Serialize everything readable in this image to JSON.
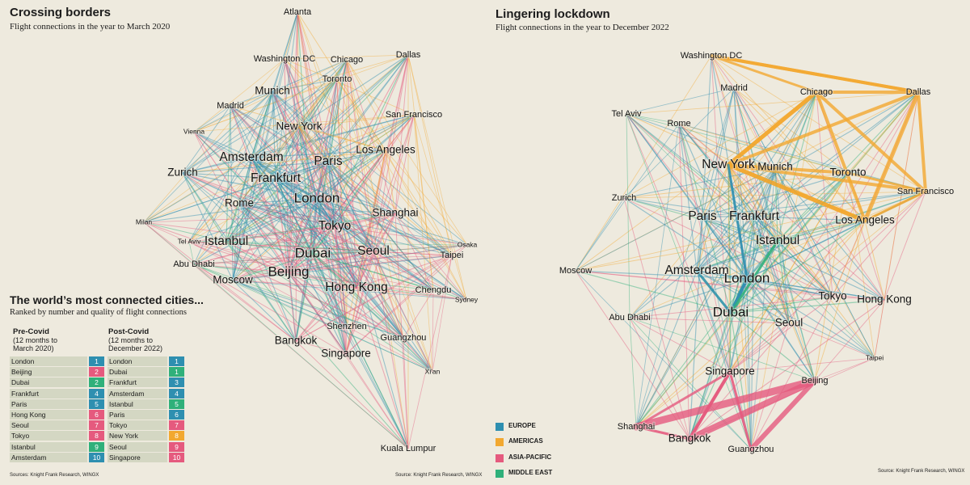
{
  "left_panel": {
    "title": "Crossing borders",
    "subtitle": "Flight connections in the year to March 2020",
    "source": "Source: Knight Frank Research, WINGX"
  },
  "right_panel": {
    "title": "Lingering lockdown",
    "subtitle": "Flight connections in the year to December 2022",
    "source": "Source: Knight Frank Research, WINGX"
  },
  "ranking": {
    "title": "The world’s most connected cities...",
    "subtitle": "Ranked by number and quality of flight connections",
    "source": "Sources: Knight Frank Research, WINGX",
    "pre_title": "Pre-Covid",
    "pre_sub": "(12 months to March 2020)",
    "post_title": "Post-Covid",
    "post_sub": "(12 months to December 2022)",
    "pre": [
      {
        "city": "London",
        "rank": "1",
        "region": "EUROPE"
      },
      {
        "city": "Beijing",
        "rank": "2",
        "region": "ASIA-PACIFIC"
      },
      {
        "city": "Dubai",
        "rank": "2",
        "region": "MIDDLE EAST"
      },
      {
        "city": "Frankfurt",
        "rank": "4",
        "region": "EUROPE"
      },
      {
        "city": "Paris",
        "rank": "5",
        "region": "EUROPE"
      },
      {
        "city": "Hong Kong",
        "rank": "6",
        "region": "ASIA-PACIFIC"
      },
      {
        "city": "Seoul",
        "rank": "7",
        "region": "ASIA-PACIFIC"
      },
      {
        "city": "Tokyo",
        "rank": "8",
        "region": "ASIA-PACIFIC"
      },
      {
        "city": "Istanbul",
        "rank": "9",
        "region": "MIDDLE EAST"
      },
      {
        "city": "Amsterdam",
        "rank": "10",
        "region": "EUROPE"
      }
    ],
    "post": [
      {
        "city": "London",
        "rank": "1",
        "region": "EUROPE"
      },
      {
        "city": "Dubai",
        "rank": "1",
        "region": "MIDDLE EAST"
      },
      {
        "city": "Frankfurt",
        "rank": "3",
        "region": "EUROPE"
      },
      {
        "city": "Amsterdam",
        "rank": "4",
        "region": "EUROPE"
      },
      {
        "city": "Istanbul",
        "rank": "5",
        "region": "MIDDLE EAST"
      },
      {
        "city": "Paris",
        "rank": "6",
        "region": "EUROPE"
      },
      {
        "city": "Tokyo",
        "rank": "7",
        "region": "ASIA-PACIFIC"
      },
      {
        "city": "New York",
        "rank": "8",
        "region": "AMERICAS"
      },
      {
        "city": "Seoul",
        "rank": "9",
        "region": "ASIA-PACIFIC"
      },
      {
        "city": "Singapore",
        "rank": "10",
        "region": "ASIA-PACIFIC"
      }
    ]
  },
  "legend": [
    {
      "label": "EUROPE",
      "region": "EUROPE"
    },
    {
      "label": "AMERICAS",
      "region": "AMERICAS"
    },
    {
      "label": "ASIA-PACIFIC",
      "region": "ASIA-PACIFIC"
    },
    {
      "label": "MIDDLE EAST",
      "region": "MIDDLE EAST"
    }
  ],
  "colors": {
    "EUROPE": "#2e8fb0",
    "AMERICAS": "#f2a830",
    "ASIA-PACIFIC": "#e55a7e",
    "MIDDLE EAST": "#2fb07a"
  },
  "network_pre": {
    "cities": [
      {
        "name": "Atlanta",
        "region": "AMERICAS",
        "tier": 1
      },
      {
        "name": "Washington DC",
        "region": "AMERICAS",
        "tier": 1
      },
      {
        "name": "Chicago",
        "region": "AMERICAS",
        "tier": 1
      },
      {
        "name": "Dallas",
        "region": "AMERICAS",
        "tier": 1
      },
      {
        "name": "Toronto",
        "region": "AMERICAS",
        "tier": 1
      },
      {
        "name": "Munich",
        "region": "EUROPE",
        "tier": 2
      },
      {
        "name": "Madrid",
        "region": "EUROPE",
        "tier": 1
      },
      {
        "name": "San Francisco",
        "region": "AMERICAS",
        "tier": 1
      },
      {
        "name": "Vienna",
        "region": "EUROPE",
        "tier": 0
      },
      {
        "name": "New York",
        "region": "AMERICAS",
        "tier": 2
      },
      {
        "name": "Los Angeles",
        "region": "AMERICAS",
        "tier": 2
      },
      {
        "name": "Amsterdam",
        "region": "EUROPE",
        "tier": 3
      },
      {
        "name": "Paris",
        "region": "EUROPE",
        "tier": 3
      },
      {
        "name": "Zurich",
        "region": "EUROPE",
        "tier": 2
      },
      {
        "name": "Frankfurt",
        "region": "EUROPE",
        "tier": 3
      },
      {
        "name": "London",
        "region": "EUROPE",
        "tier": 4
      },
      {
        "name": "Rome",
        "region": "EUROPE",
        "tier": 2
      },
      {
        "name": "Shanghai",
        "region": "ASIA-PACIFIC",
        "tier": 2
      },
      {
        "name": "Tokyo",
        "region": "ASIA-PACIFIC",
        "tier": 3
      },
      {
        "name": "Milan",
        "region": "EUROPE",
        "tier": 0
      },
      {
        "name": "Tel Aviv",
        "region": "MIDDLE EAST",
        "tier": 0
      },
      {
        "name": "Istanbul",
        "region": "MIDDLE EAST",
        "tier": 3
      },
      {
        "name": "Osaka",
        "region": "ASIA-PACIFIC",
        "tier": 0
      },
      {
        "name": "Dubai",
        "region": "MIDDLE EAST",
        "tier": 4
      },
      {
        "name": "Seoul",
        "region": "ASIA-PACIFIC",
        "tier": 3
      },
      {
        "name": "Taipei",
        "region": "ASIA-PACIFIC",
        "tier": 1
      },
      {
        "name": "Abu Dhabi",
        "region": "MIDDLE EAST",
        "tier": 1
      },
      {
        "name": "Beijing",
        "region": "ASIA-PACIFIC",
        "tier": 4
      },
      {
        "name": "Moscow",
        "region": "EUROPE",
        "tier": 2
      },
      {
        "name": "Hong Kong",
        "region": "ASIA-PACIFIC",
        "tier": 3
      },
      {
        "name": "Chengdu",
        "region": "ASIA-PACIFIC",
        "tier": 1
      },
      {
        "name": "Sydney",
        "region": "ASIA-PACIFIC",
        "tier": 0
      },
      {
        "name": "Shenzhen",
        "region": "ASIA-PACIFIC",
        "tier": 1
      },
      {
        "name": "Bangkok",
        "region": "ASIA-PACIFIC",
        "tier": 2
      },
      {
        "name": "Guangzhou",
        "region": "ASIA-PACIFIC",
        "tier": 1
      },
      {
        "name": "Singapore",
        "region": "ASIA-PACIFIC",
        "tier": 2
      },
      {
        "name": "Xi'an",
        "region": "ASIA-PACIFIC",
        "tier": 0
      },
      {
        "name": "Kuala Lumpur",
        "region": "ASIA-PACIFIC",
        "tier": 1
      }
    ]
  },
  "network_post": {
    "cities": [
      {
        "name": "Washington DC",
        "region": "AMERICAS",
        "tier": 1
      },
      {
        "name": "Madrid",
        "region": "EUROPE",
        "tier": 1
      },
      {
        "name": "Chicago",
        "region": "AMERICAS",
        "tier": 1
      },
      {
        "name": "Dallas",
        "region": "AMERICAS",
        "tier": 1
      },
      {
        "name": "Tel Aviv",
        "region": "MIDDLE EAST",
        "tier": 1
      },
      {
        "name": "Rome",
        "region": "EUROPE",
        "tier": 1
      },
      {
        "name": "New York",
        "region": "AMERICAS",
        "tier": 3
      },
      {
        "name": "Munich",
        "region": "EUROPE",
        "tier": 2
      },
      {
        "name": "Toronto",
        "region": "AMERICAS",
        "tier": 2
      },
      {
        "name": "San Francisco",
        "region": "AMERICAS",
        "tier": 1
      },
      {
        "name": "Zurich",
        "region": "EUROPE",
        "tier": 1
      },
      {
        "name": "Paris",
        "region": "EUROPE",
        "tier": 3
      },
      {
        "name": "Frankfurt",
        "region": "EUROPE",
        "tier": 3
      },
      {
        "name": "Los Angeles",
        "region": "AMERICAS",
        "tier": 2
      },
      {
        "name": "Istanbul",
        "region": "MIDDLE EAST",
        "tier": 3
      },
      {
        "name": "Moscow",
        "region": "EUROPE",
        "tier": 1
      },
      {
        "name": "Amsterdam",
        "region": "EUROPE",
        "tier": 3
      },
      {
        "name": "London",
        "region": "EUROPE",
        "tier": 4
      },
      {
        "name": "Tokyo",
        "region": "ASIA-PACIFIC",
        "tier": 2
      },
      {
        "name": "Hong Kong",
        "region": "ASIA-PACIFIC",
        "tier": 2
      },
      {
        "name": "Abu Dhabi",
        "region": "MIDDLE EAST",
        "tier": 1
      },
      {
        "name": "Dubai",
        "region": "MIDDLE EAST",
        "tier": 4
      },
      {
        "name": "Seoul",
        "region": "ASIA-PACIFIC",
        "tier": 2
      },
      {
        "name": "Taipei",
        "region": "ASIA-PACIFIC",
        "tier": 0
      },
      {
        "name": "Singapore",
        "region": "ASIA-PACIFIC",
        "tier": 2
      },
      {
        "name": "Beijing",
        "region": "ASIA-PACIFIC",
        "tier": 1
      },
      {
        "name": "Shanghai",
        "region": "ASIA-PACIFIC",
        "tier": 1
      },
      {
        "name": "Bangkok",
        "region": "ASIA-PACIFIC",
        "tier": 2
      },
      {
        "name": "Guangzhou",
        "region": "ASIA-PACIFIC",
        "tier": 1
      }
    ]
  }
}
